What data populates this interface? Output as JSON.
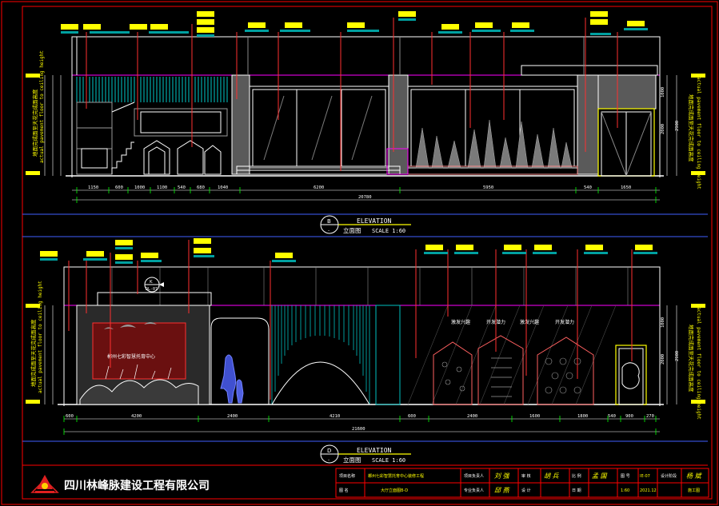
{
  "elevation_b": {
    "label": "ELEVATION",
    "title_cn": "立面图",
    "scale": "SCALE 1:60",
    "marker": "B",
    "sheet": "-",
    "dims": [
      "1150",
      "600",
      "1000",
      "1100",
      "540",
      "680",
      "1040",
      "6200",
      "5950",
      "540",
      "1650"
    ],
    "total": "20780",
    "right_heights": [
      "1000",
      "2000",
      "2900"
    ],
    "side_note": "地面完成面至天花完成面高度",
    "side_note_en": "actual pavement floor to ceiling height"
  },
  "elevation_d": {
    "label": "ELEVATION",
    "title_cn": "立面图",
    "scale": "SCALE 1:60",
    "marker": "D",
    "sheet": "-",
    "dims": [
      "600",
      "4200",
      "2400",
      "4210",
      "600",
      "2400",
      "1600",
      "1800",
      "540",
      "900",
      "270"
    ],
    "total": "21600",
    "right_heights": [
      "1000",
      "2000",
      "2900"
    ],
    "wall_texts": [
      "激发兴趣",
      "开发潜力",
      "激发兴趣",
      "开发潜力"
    ],
    "sign_text": "郴州七彩智慧托育中心",
    "detail_marker_top": "K",
    "detail_marker_bottom": "DL-07",
    "side_note": "地面完成面至天花完成面高度",
    "side_note_en": "actual pavement floor to ceiling height"
  },
  "company": {
    "name": "四川林峰脉建设工程有限公司"
  },
  "title_block": {
    "project_label": "项目名称",
    "project_value": "郴州七彩智慧托育中心装修工程",
    "drawing_label": "图 名",
    "drawing_value": "大厅立面图B-D",
    "leader_label": "项目负责人",
    "designer_label": "专业负责人",
    "check_label": "审 核",
    "draw_label": "设 计",
    "scale_label": "比 例",
    "scale_value": "1:60",
    "date_label": "日 期",
    "date_value": "2021.12",
    "no_label": "图 号",
    "no_value": "IE-07",
    "stage_label": "设计阶段",
    "stage_value": "施工图",
    "sign1": "刘 强",
    "sign2": "邱 燕",
    "sign3": "胡 兵",
    "sign4": "孟 国",
    "sign5": "杨 斌"
  },
  "colors": {
    "background": "#000000",
    "frame": "#ff0000",
    "line_white": "#ffffff",
    "line_cyan": "#00ffff",
    "line_yellow": "#ffff00",
    "line_green": "#00ff00",
    "line_magenta": "#ff00ff",
    "line_blue": "#4060ff",
    "wall_gray": "#8a8a8a"
  }
}
